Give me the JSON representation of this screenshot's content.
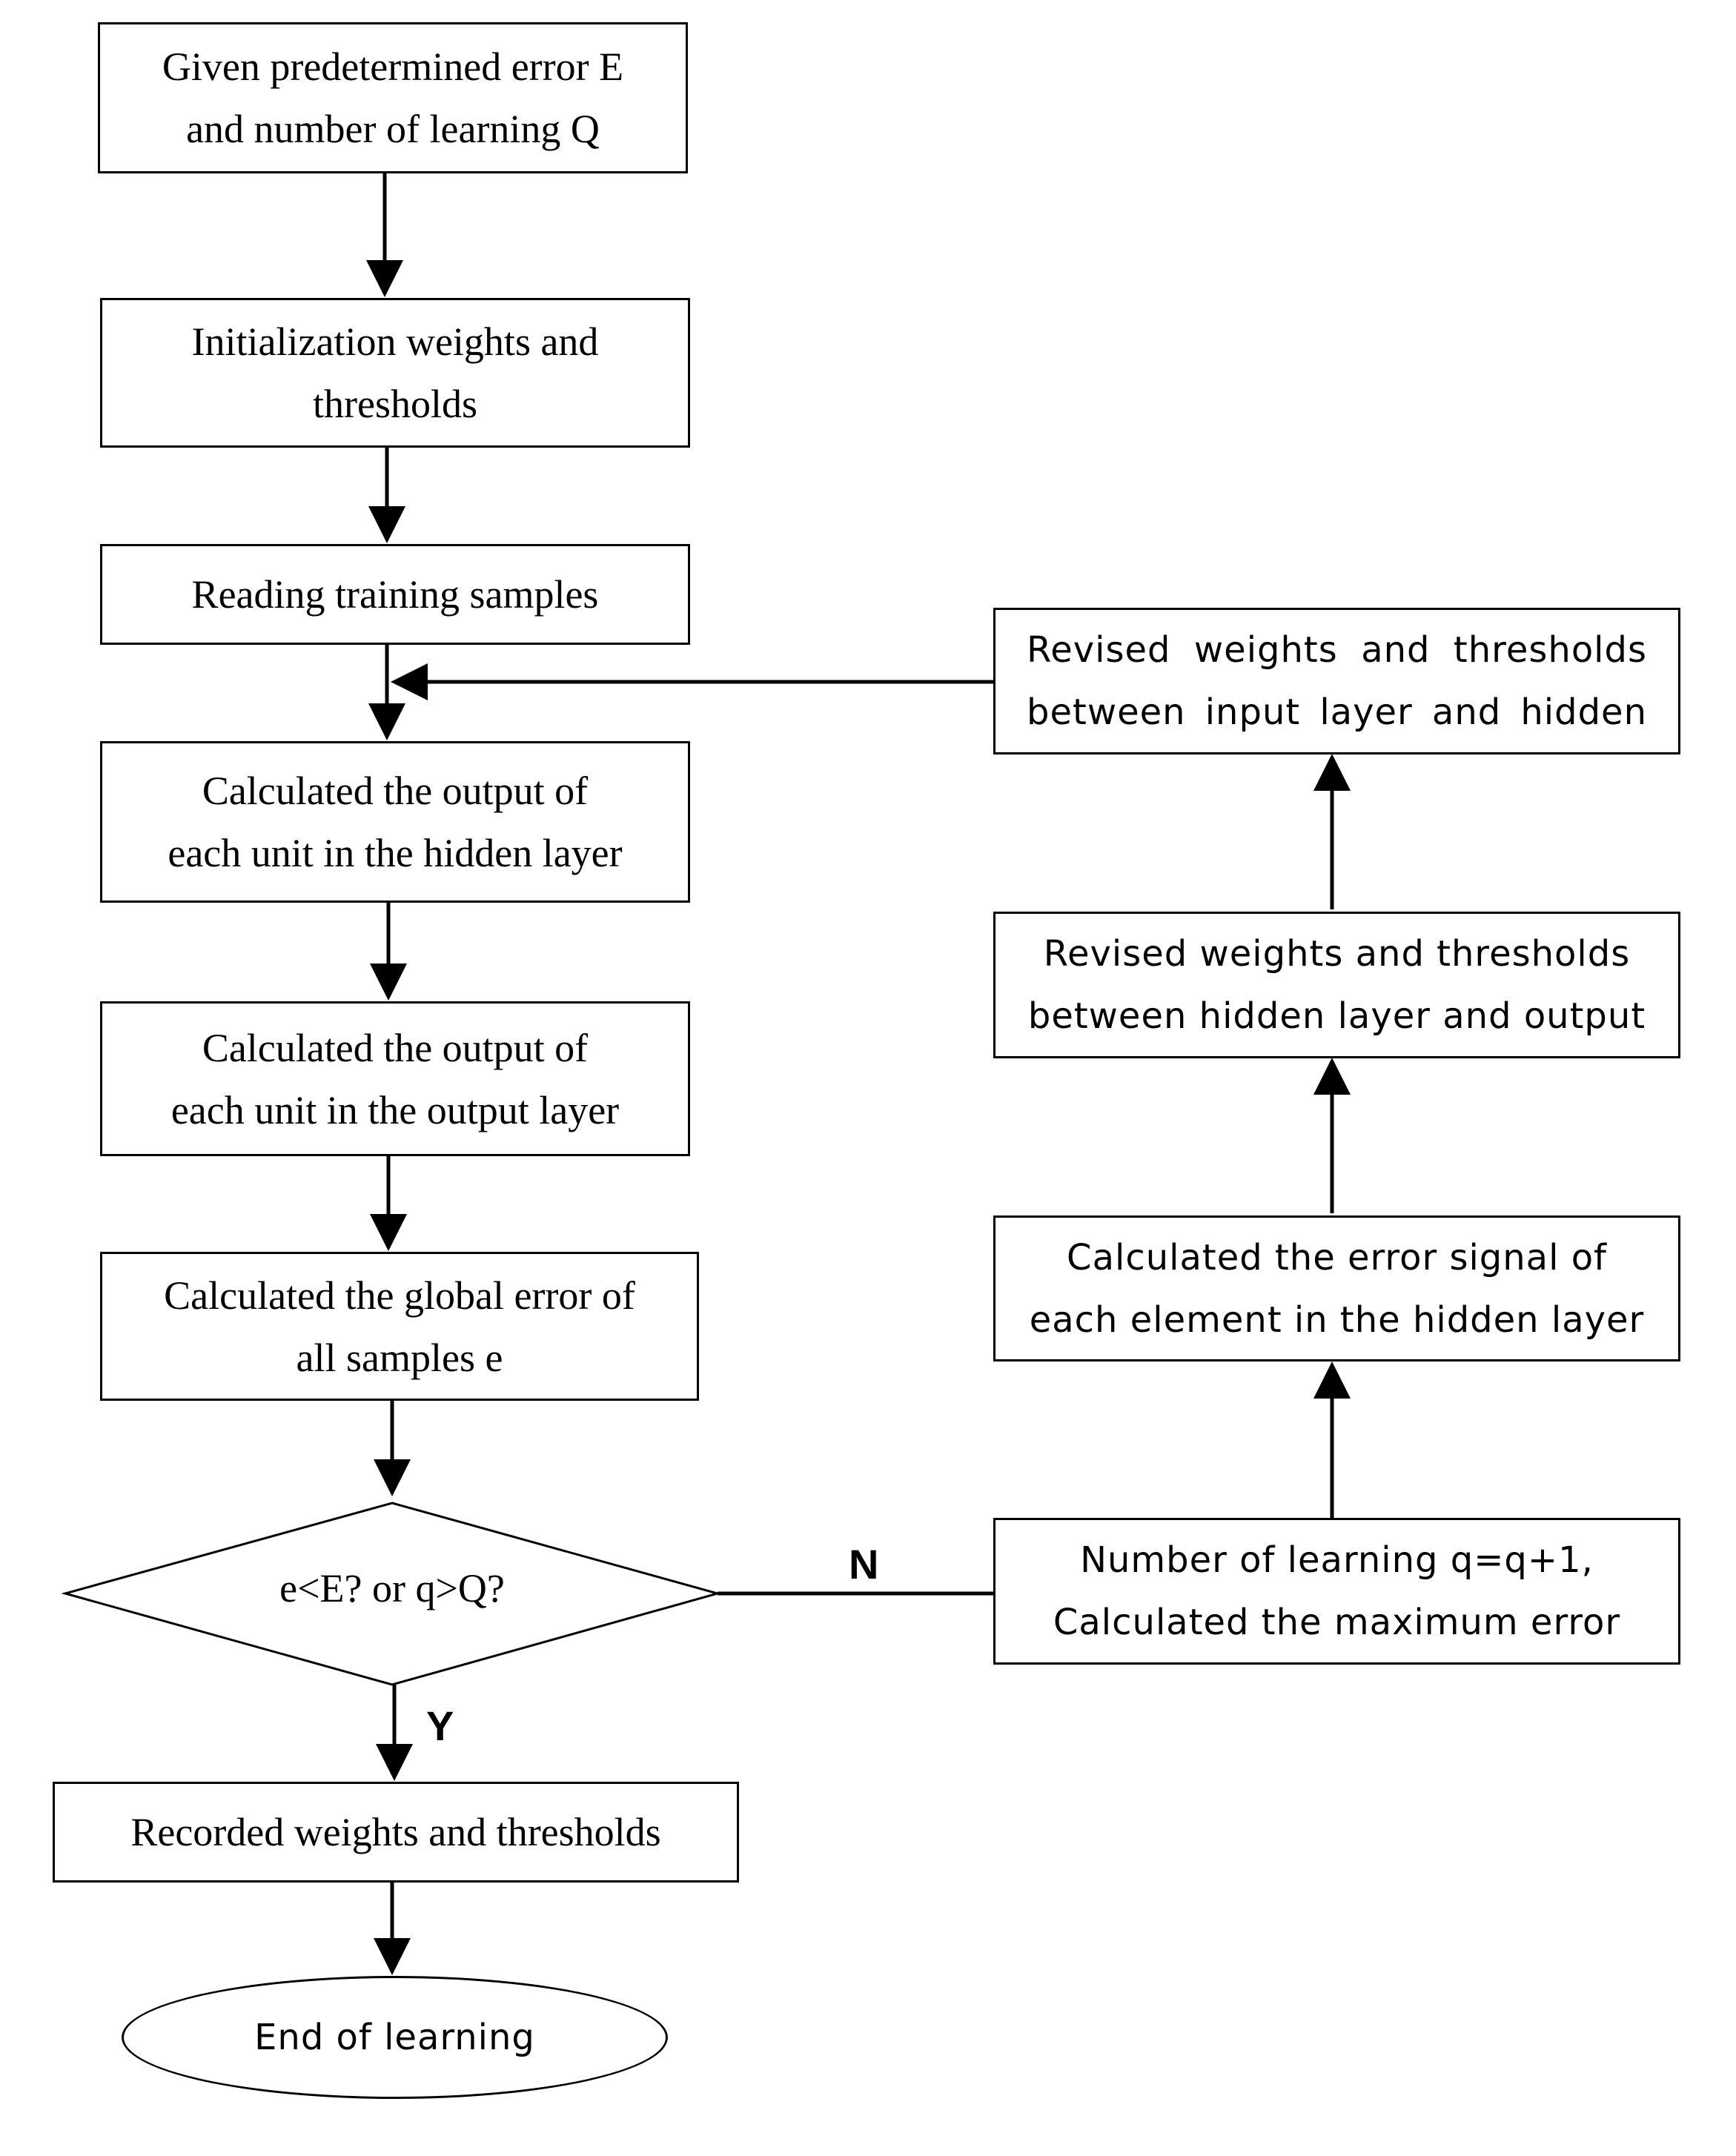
{
  "colors": {
    "stroke": "#000000",
    "fill": "#ffffff",
    "text": "#000000"
  },
  "nodes": {
    "start": {
      "line1": "Given predetermined error E",
      "line2": "and number of learning Q"
    },
    "init": {
      "line1": "Initialization weights and",
      "line2": "thresholds"
    },
    "read": {
      "line1": "Reading training samples"
    },
    "hidden_output": {
      "line1": "Calculated the output of",
      "line2": "each unit in the hidden layer"
    },
    "output_layer": {
      "line1": "Calculated the output of",
      "line2": "each unit in the output layer"
    },
    "global_error": {
      "line1": "Calculated the global error of",
      "line2": "all samples e"
    },
    "decision": {
      "text": "e<E? or q>Q?"
    },
    "record": {
      "line1": "Recorded weights and thresholds"
    },
    "end": {
      "line1": "End of learning"
    },
    "learning_count": {
      "line1": "Number of learning q=q+1,",
      "line2": "Calculated the maximum error"
    },
    "error_signal": {
      "line1": "Calculated the error signal of",
      "line2": "each element in the hidden layer"
    },
    "revise_hidden_output": {
      "line1": "Revised weights and thresholds",
      "line2": "between hidden layer and output"
    },
    "revise_input_hidden": {
      "line1": "Revised weights and thresholds",
      "line2": "between input layer and hidden"
    }
  },
  "branches": {
    "no": "N",
    "yes": "Y"
  }
}
